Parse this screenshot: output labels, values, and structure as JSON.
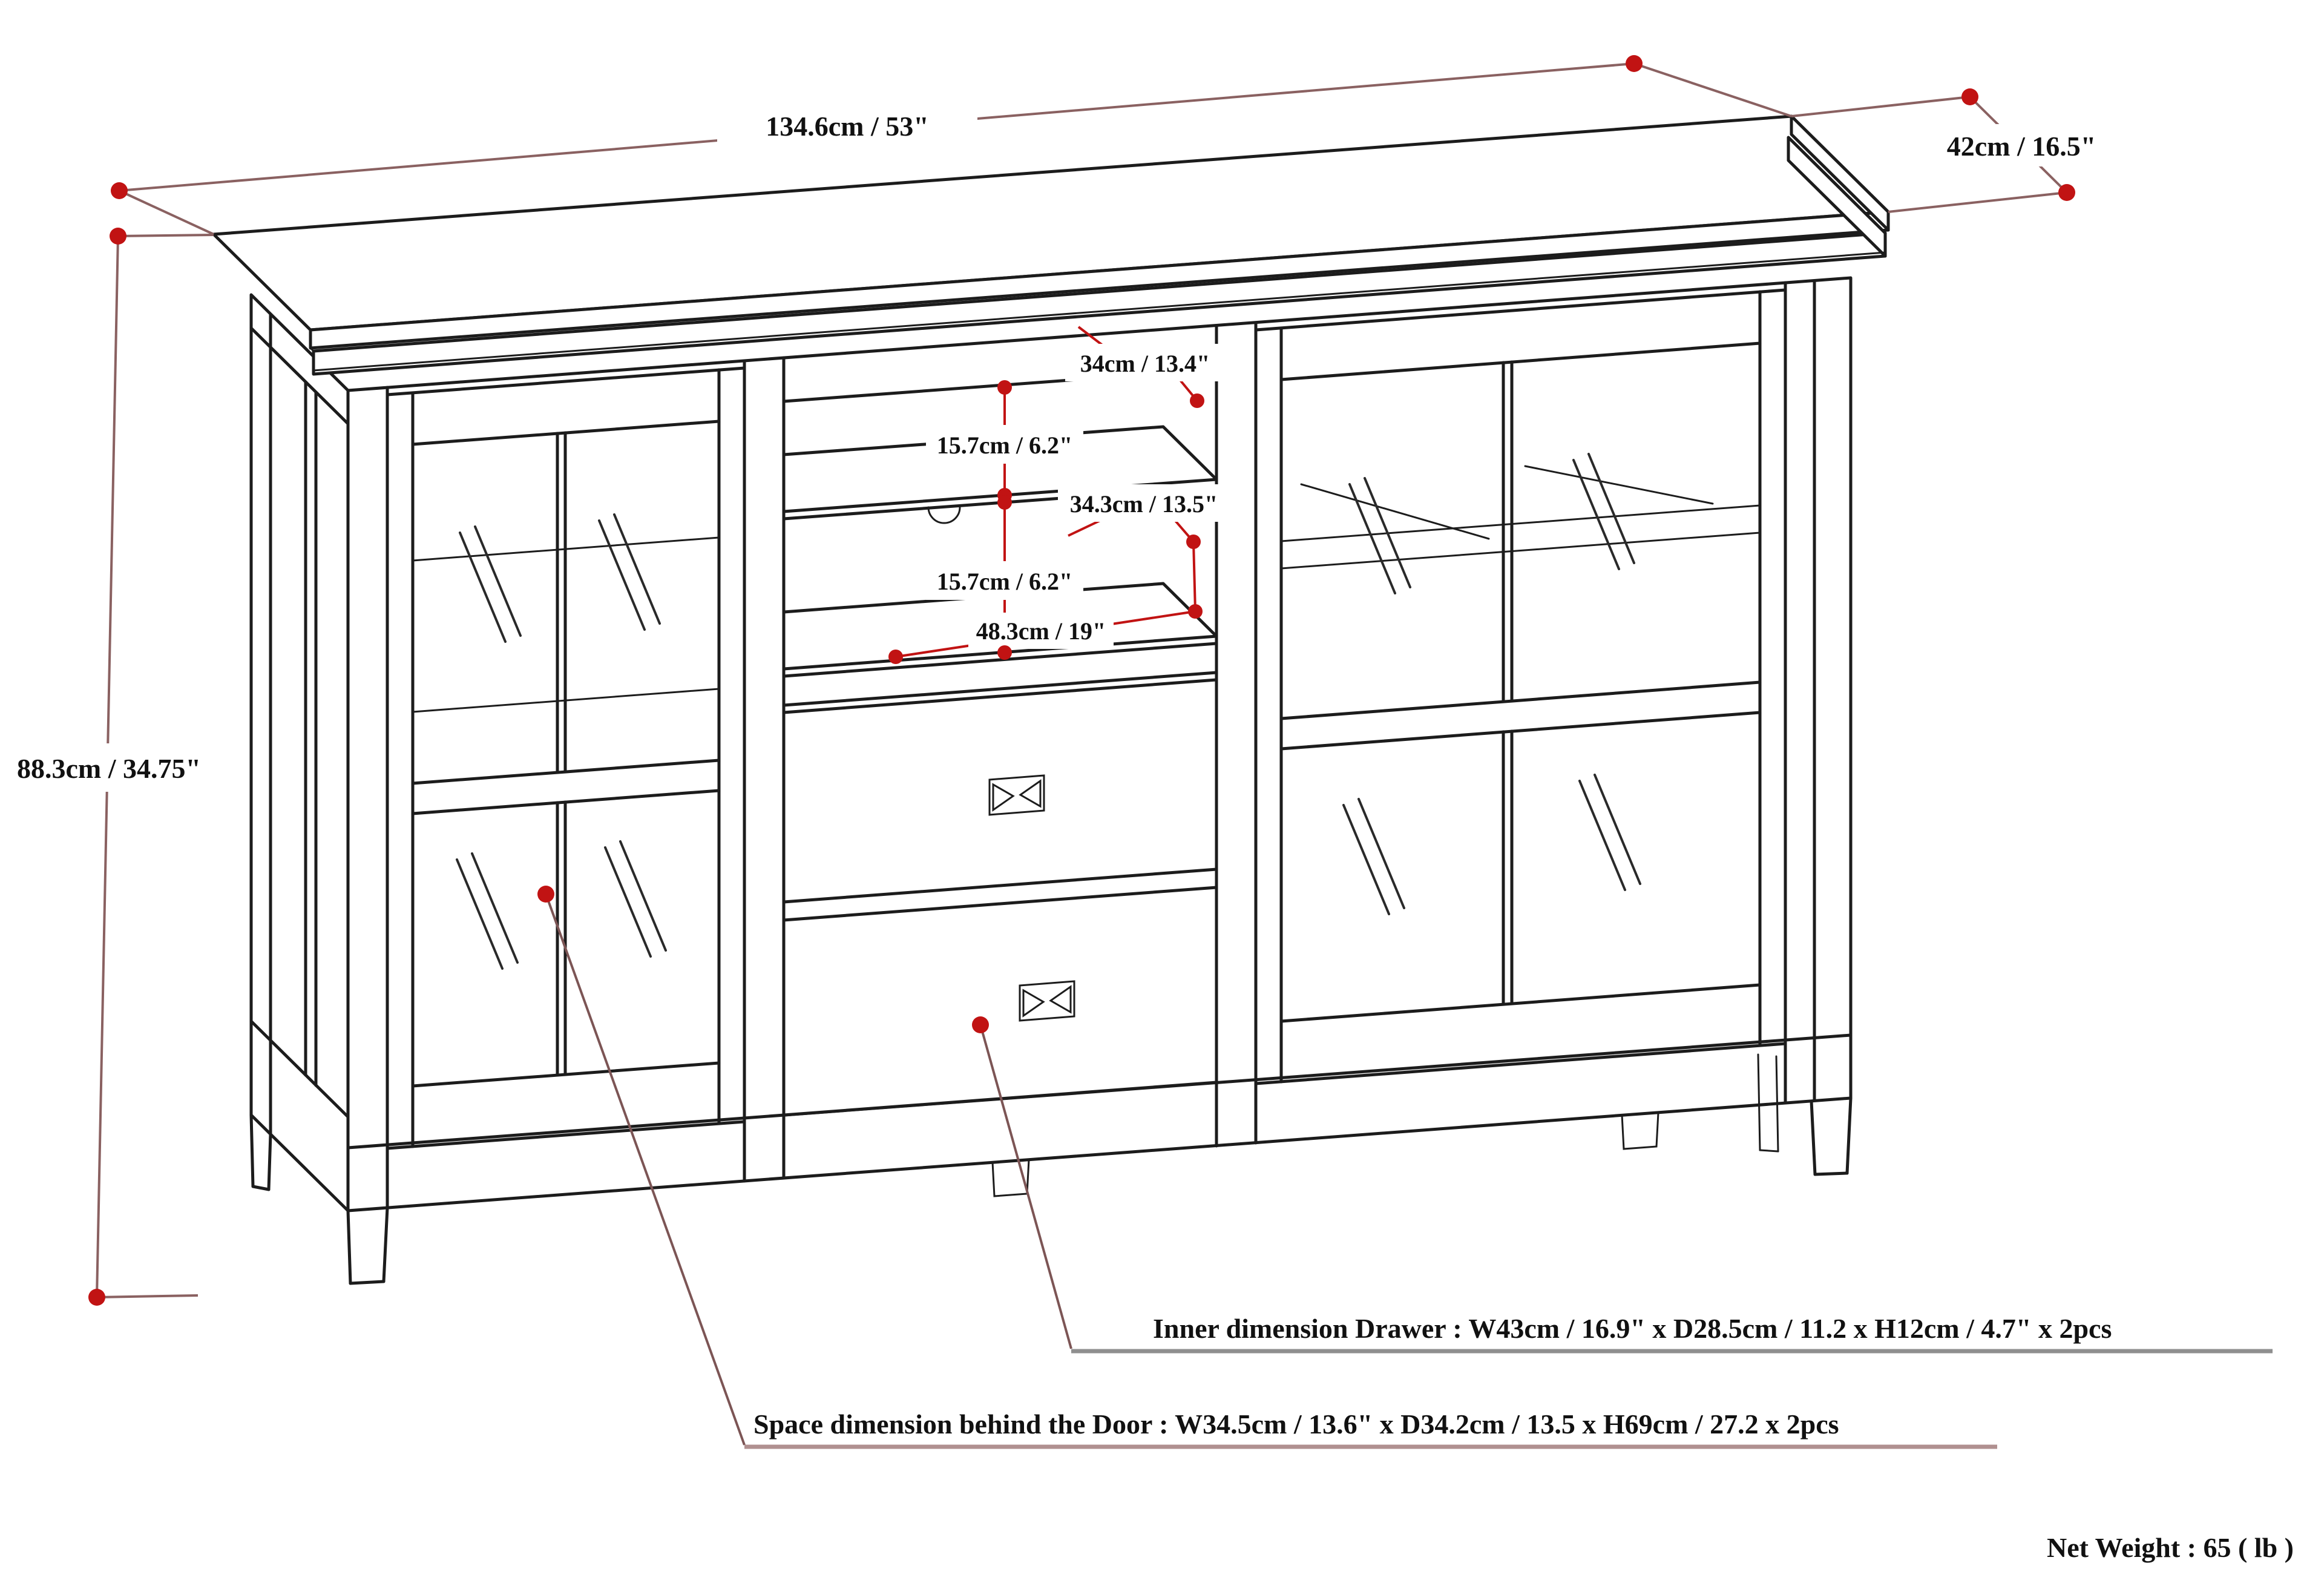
{
  "diagram_title": "TV stand dimension diagram",
  "dimensions": {
    "width_label": "134.6cm / 53\"",
    "depth_label": "42cm / 16.5\"",
    "height_label": "88.3cm / 34.75\"",
    "top_shelf_depth_label": "34cm / 13.4\"",
    "upper_gap_label": "15.7cm / 6.2\"",
    "lower_gap_label": "15.7cm / 6.2\"",
    "lower_compartment_depth_label": "34.3cm / 13.5\"",
    "center_width_label": "48.3cm / 19\""
  },
  "notes": {
    "drawer_inner": "Inner dimension Drawer : W43cm / 16.9\" x D28.5cm / 11.2 x H12cm / 4.7\" x 2pcs",
    "door_space": "Space dimension behind the Door  : W34.5cm / 13.6\" x D34.2cm / 13.5 x H69cm / 27.2 x 2pcs",
    "net_weight": "Net Weight : 65 ( lb )"
  },
  "colors": {
    "ink": "#1c1c1c",
    "dim_line": "#8a6161",
    "red_accent": "#c11313",
    "leader": "#7c5555",
    "underline_drawer": "#8f8f8f",
    "underline_door": "#b09090",
    "paper": "#ffffff"
  }
}
